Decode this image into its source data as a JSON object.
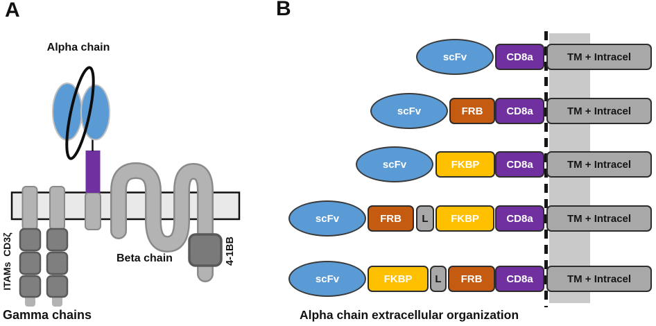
{
  "panel_a": {
    "label": "A",
    "alpha_chain_label": "Alpha chain",
    "beta_chain_label": "Beta chain",
    "gamma_chains_label": "Gamma chains",
    "itams_label": "ITAMs  CD3ζ",
    "costim_label": "4-1BB"
  },
  "panel_b": {
    "label": "B",
    "caption": "Alpha chain extracellular organization",
    "rows": [
      {
        "segments": [
          {
            "type": "scfv",
            "label": "scFv"
          },
          {
            "type": "cd8a",
            "label": "CD8a"
          },
          {
            "type": "tm",
            "label": "TM + Intracel"
          }
        ]
      },
      {
        "segments": [
          {
            "type": "scfv",
            "label": "scFv"
          },
          {
            "type": "frb",
            "label": "FRB"
          },
          {
            "type": "cd8a",
            "label": "CD8a"
          },
          {
            "type": "tm",
            "label": "TM + Intracel"
          }
        ]
      },
      {
        "segments": [
          {
            "type": "scfv",
            "label": "scFv"
          },
          {
            "type": "fkbp",
            "label": "FKBP"
          },
          {
            "type": "cd8a",
            "label": "CD8a"
          },
          {
            "type": "tm",
            "label": "TM + Intracel"
          }
        ]
      },
      {
        "segments": [
          {
            "type": "scfv",
            "label": "scFv"
          },
          {
            "type": "frb",
            "label": "FRB"
          },
          {
            "type": "linker",
            "label": "L"
          },
          {
            "type": "fkbp",
            "label": "FKBP"
          },
          {
            "type": "cd8a",
            "label": "CD8a"
          },
          {
            "type": "tm",
            "label": "TM + Intracel"
          }
        ]
      },
      {
        "segments": [
          {
            "type": "scfv",
            "label": "scFv"
          },
          {
            "type": "fkbp",
            "label": "FKBP"
          },
          {
            "type": "linker",
            "label": "L"
          },
          {
            "type": "frb",
            "label": "FRB"
          },
          {
            "type": "cd8a",
            "label": "CD8a"
          },
          {
            "type": "tm",
            "label": "TM + Intracel"
          }
        ]
      }
    ]
  },
  "colors": {
    "scfv_blue": "#5B9BD5",
    "cd8a_purple": "#7030A0",
    "frb_orange": "#C55A11",
    "fkbp_yellow": "#FFC000",
    "linker_gray": "#A8A8A8",
    "tm_block_gray": "#A8A8A8",
    "membrane_light_gray": "#E9E9E9",
    "membrane_band_gray": "#C9C9C9",
    "chain_gray": "#B3B3B3",
    "itam_dark_gray": "#7F7F7F"
  }
}
